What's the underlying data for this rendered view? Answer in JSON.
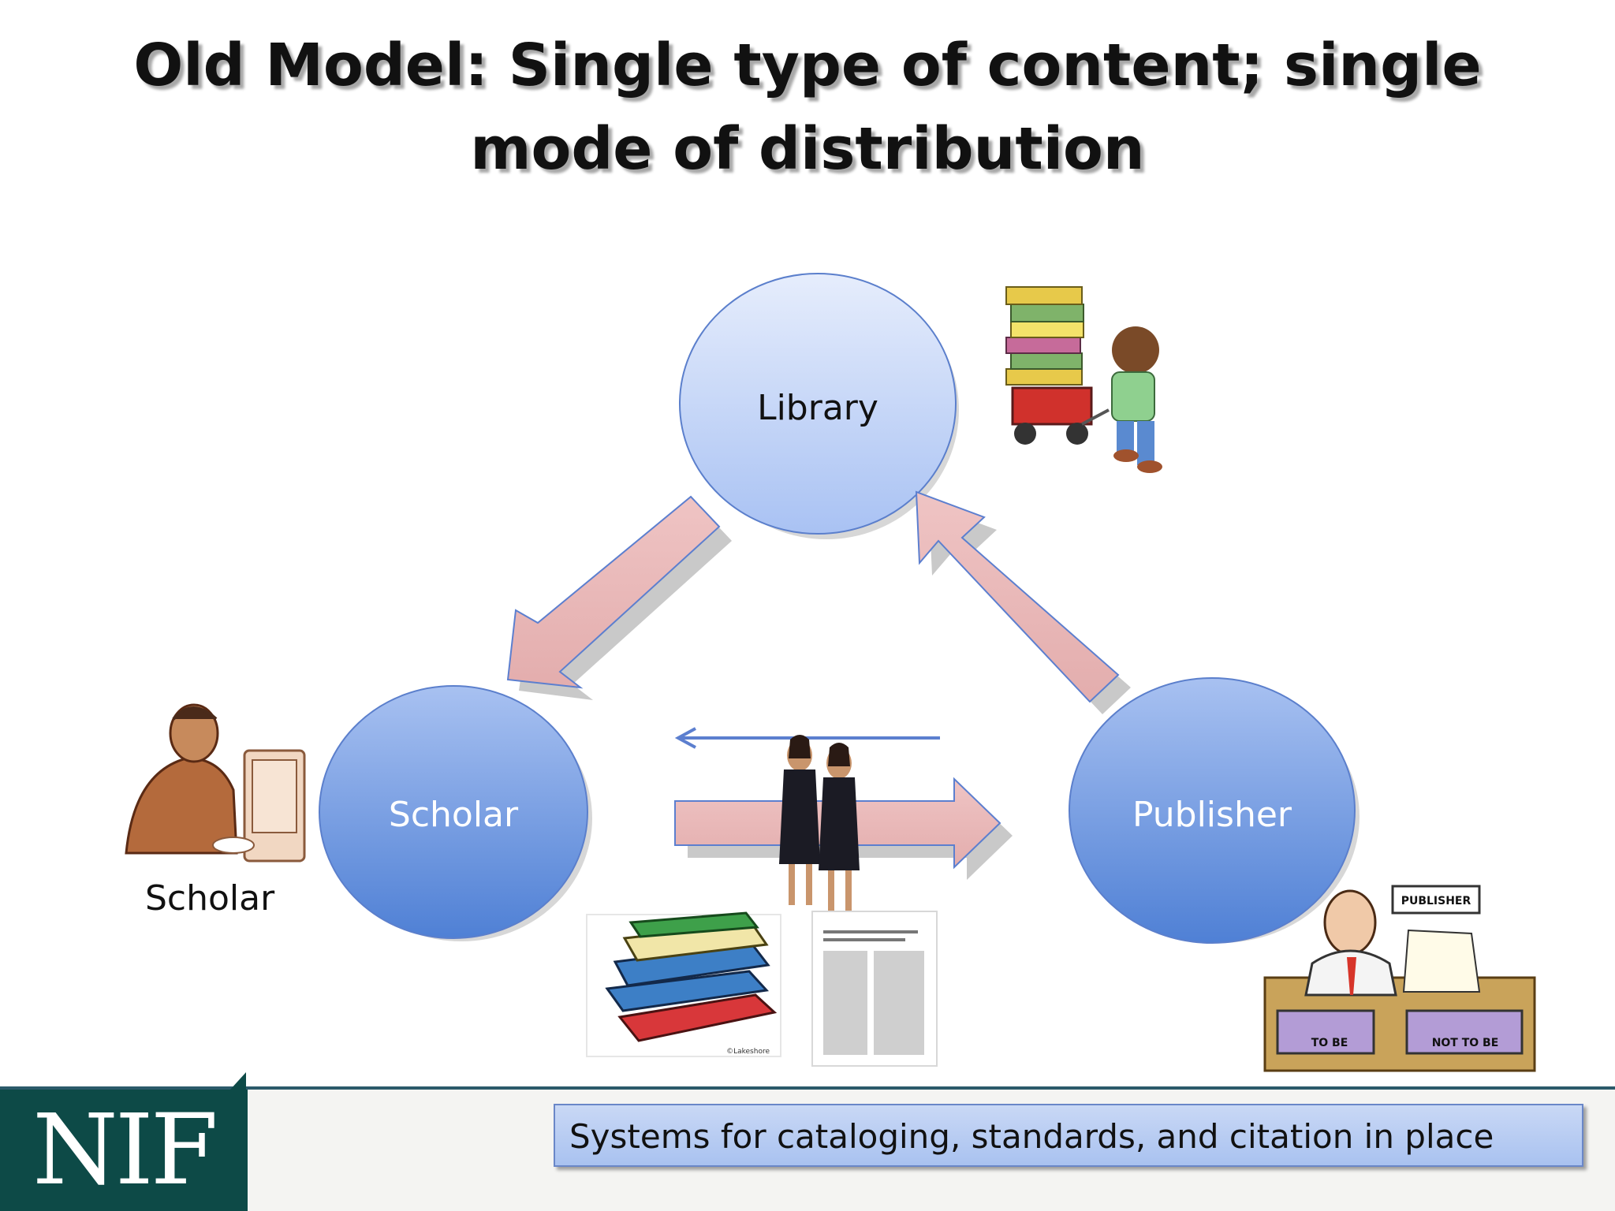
{
  "slide": {
    "title_line1": "Old Model:  Single type of content;  single",
    "title_line2": "mode of distribution",
    "nodes": {
      "library": "Library",
      "scholar": "Scholar",
      "publisher": "Publisher"
    },
    "scholar_caption": "Scholar",
    "clipart": {
      "publisher_sign": "PUBLISHER",
      "tray_left": "TO BE",
      "tray_right": "NOT TO BE",
      "books_credit": "©Lakeshore"
    },
    "footer": {
      "logo": "NIF",
      "caption": "Systems for cataloging, standards, and citation in place"
    },
    "colors": {
      "circle_top": "#dde6fb",
      "circle_bottom": "#5b8ad8",
      "arrow_fill": "#e8b7b7",
      "arrow_stroke": "#5c7fcf",
      "logo_bg": "#0d4a47",
      "caption_bg": "#b4c9f2"
    }
  }
}
